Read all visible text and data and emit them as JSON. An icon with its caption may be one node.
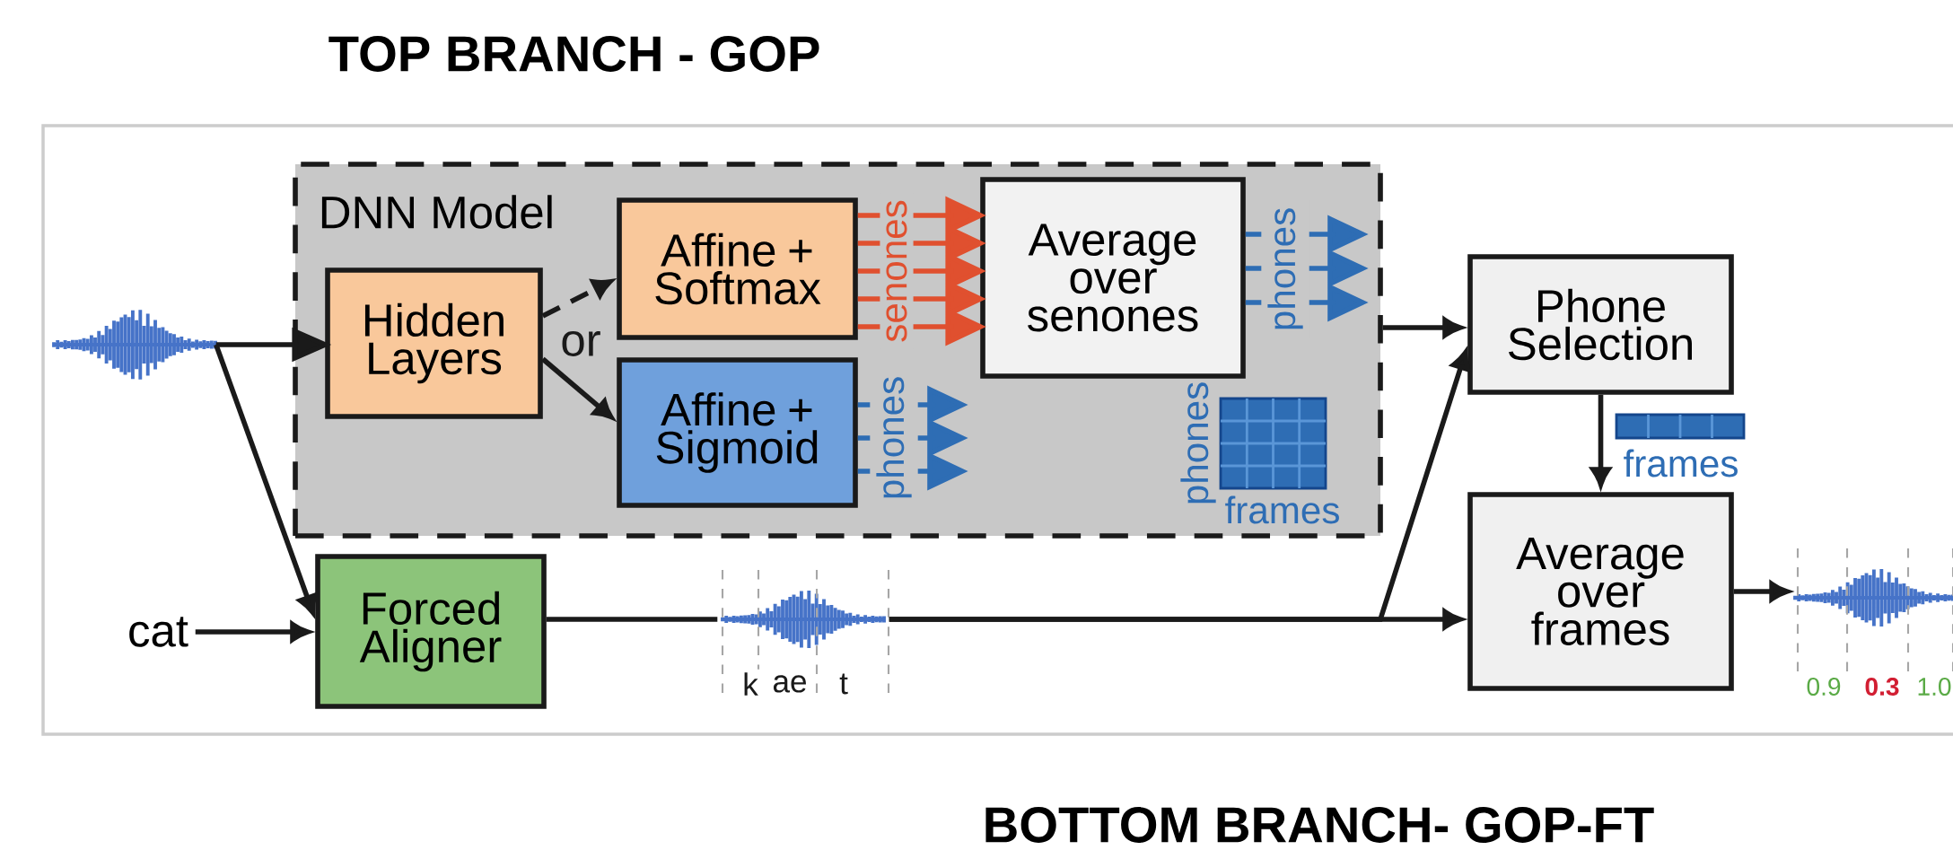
{
  "diagram": {
    "title": "TOP BRANCH - GOP",
    "caption": "BOTTOM BRANCH- GOP-FT",
    "nodes": [
      {
        "text": [
          "DNN Model"
        ]
      },
      {
        "text": [
          "Hidden Layers"
        ],
        "in": 0
      },
      {
        "text": [
          "Affine + Softmax"
        ],
        "in": 0
      },
      {
        "text": [
          "Affine + Sigmoid"
        ],
        "in": 0
      },
      {
        "text": [
          "Average over senones"
        ],
        "in": 0
      },
      {
        "text": [],
        "shape": "picture"
      },
      {
        "text": [
          "cat"
        ]
      },
      {
        "text": [
          "Forced Aligner"
        ]
      },
      {
        "text": [
          "k",
          "ae",
          "t"
        ]
      },
      {
        "text": [
          "Phone Selection"
        ]
      },
      {
        "text": [
          "Average over frames"
        ]
      },
      {
        "text": [
          "0.9",
          "0.3",
          "1.0"
        ]
      }
    ],
    "edges": [
      {
        "from": 5,
        "to": 1,
        "arrow": "to"
      },
      {
        "from": 5,
        "to": 7,
        "arrow": "to"
      },
      {
        "from": 6,
        "to": 7,
        "arrow": "to"
      },
      {
        "from": 1,
        "to": 2,
        "arrow": "to",
        "style": "dashed"
      },
      {
        "from": 1,
        "to": 3,
        "arrow": "to"
      },
      {
        "from": 2,
        "to": 4,
        "arrow": "to",
        "label": "senones",
        "color": "#e0502f"
      },
      {
        "from": 3,
        "to": null,
        "arrow": "to",
        "label": "phones",
        "color": "#2e6db4"
      },
      {
        "from": 4,
        "to": null,
        "arrow": "to",
        "label": "phones",
        "color": "#2e6db4"
      },
      {
        "from": 0,
        "to": 9,
        "arrow": "to"
      },
      {
        "from": 7,
        "to": 8,
        "arrow": "none"
      },
      {
        "from": 8,
        "to": 10,
        "arrow": "to"
      },
      {
        "from": 8,
        "to": 9,
        "arrow": "to"
      },
      {
        "from": 9,
        "to": 10,
        "arrow": "to"
      },
      {
        "from": 10,
        "to": 11,
        "arrow": "to"
      }
    ],
    "labels": [
      "or",
      "phones",
      "frames",
      "frames"
    ]
  }
}
